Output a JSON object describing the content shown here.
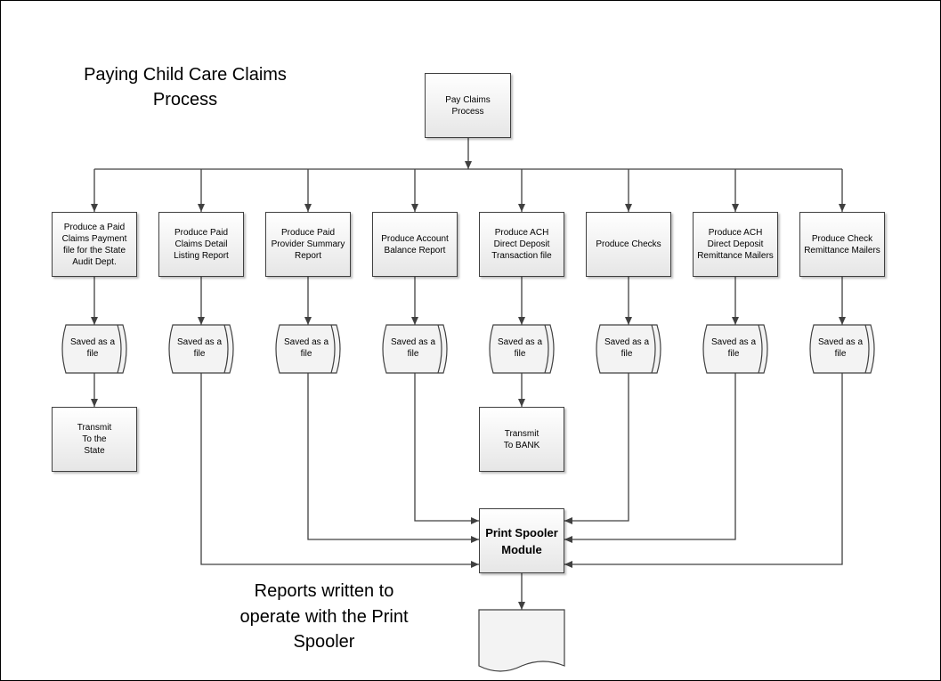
{
  "diagram": {
    "title": "Paying Child Care Claims Process",
    "root": "Pay Claims Process",
    "columns": [
      {
        "process": "Produce a Paid Claims Payment file for the State Audit Dept.",
        "storage": "Saved as a file",
        "transmit": "Transmit To the State"
      },
      {
        "process": "Produce Paid Claims Detail Listing Report",
        "storage": "Saved as a file"
      },
      {
        "process": "Produce Paid Provider Summary Report",
        "storage": "Saved as a file"
      },
      {
        "process": "Produce Account Balance Report",
        "storage": "Saved as a file"
      },
      {
        "process": "Produce ACH Direct Deposit Transaction file",
        "storage": "Saved as a file",
        "transmit": "Transmit To BANK"
      },
      {
        "process": "Produce Checks",
        "storage": "Saved as a file"
      },
      {
        "process": "Produce ACH Direct Deposit Remittance Mailers",
        "storage": "Saved as a file"
      },
      {
        "process": "Produce Check Remittance Mailers",
        "storage": "Saved as a file"
      }
    ],
    "spooler": "Print Spooler Module",
    "note": "Reports written to operate with the Print Spooler"
  }
}
